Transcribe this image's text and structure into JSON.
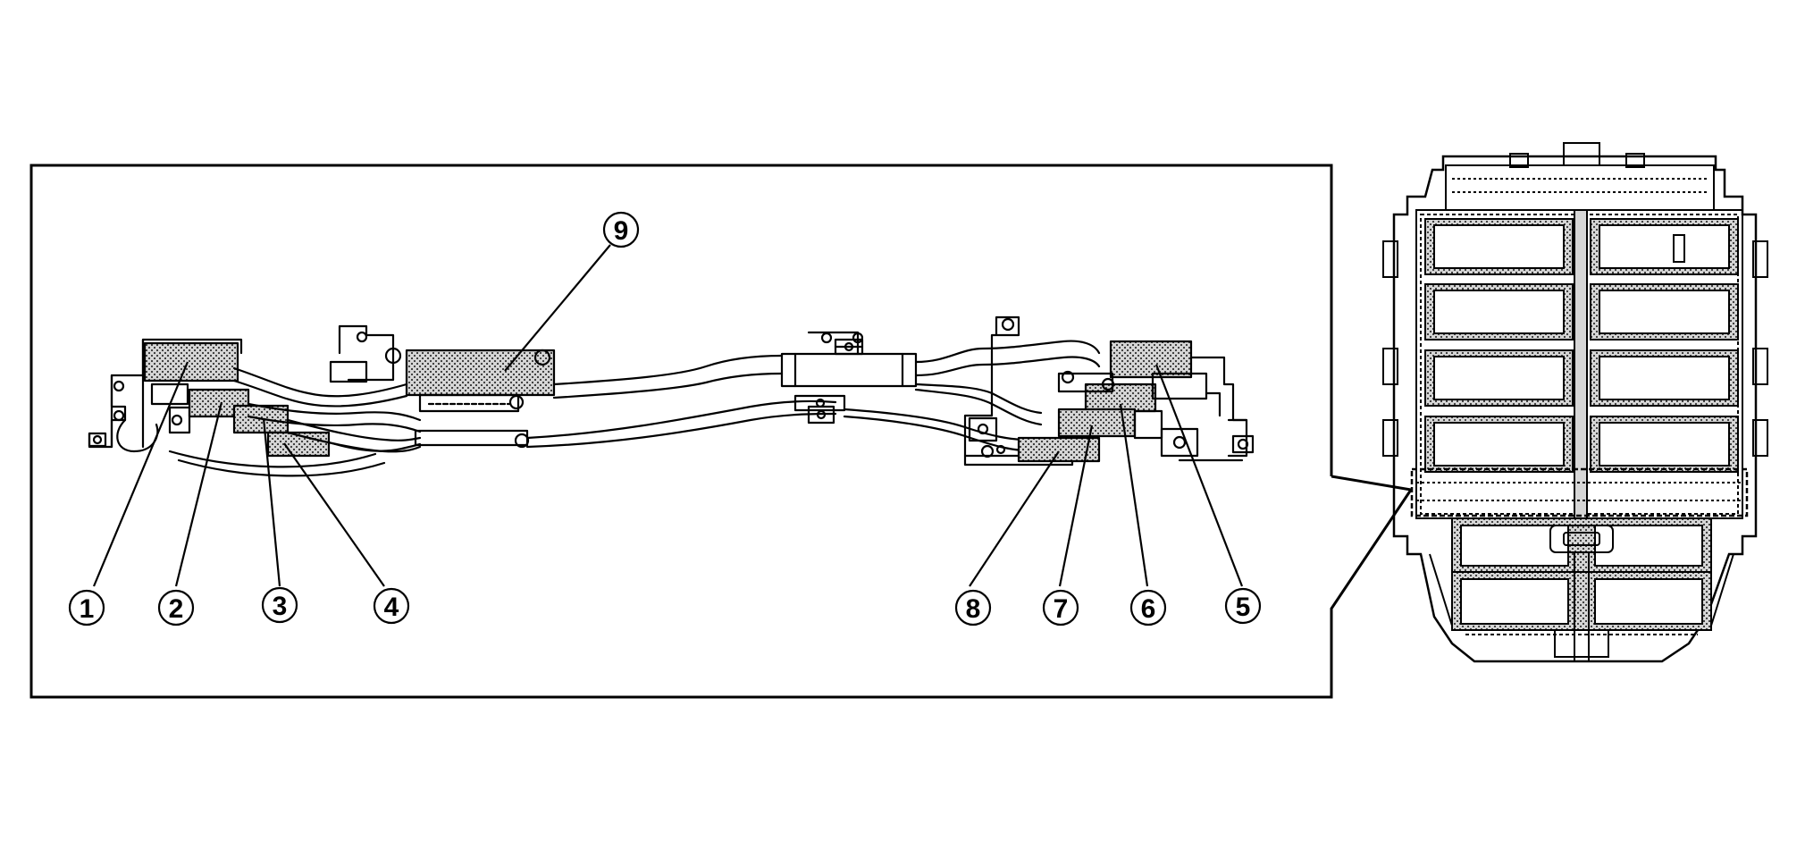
{
  "callouts": [
    {
      "id": "1",
      "label": "①"
    },
    {
      "id": "2",
      "label": "②"
    },
    {
      "id": "3",
      "label": "③"
    },
    {
      "id": "4",
      "label": "④"
    },
    {
      "id": "5",
      "label": "⑤"
    },
    {
      "id": "6",
      "label": "⑥"
    },
    {
      "id": "7",
      "label": "⑦"
    },
    {
      "id": "8",
      "label": "⑧"
    },
    {
      "id": "9",
      "label": "⑨"
    }
  ],
  "colors": {
    "line": "#000000",
    "background": "#ffffff",
    "shaded_part": "#b8b8b8"
  }
}
